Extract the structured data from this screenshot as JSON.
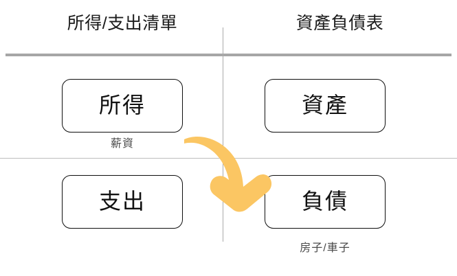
{
  "diagram": {
    "title_left": "所得/支出清單",
    "title_right": "資產負債表",
    "accent_color": "#FBC663",
    "rule_color_thick": "#A6A6A6",
    "rule_color_thin": "#BDBDBD",
    "box_border_color": "#0D0D0D",
    "background_color": "#FFFFFF",
    "boxes": [
      {
        "id": "income",
        "label": "所得",
        "caption": "薪資",
        "column": "left",
        "row": "top"
      },
      {
        "id": "expense",
        "label": "支出",
        "caption": "",
        "column": "left",
        "row": "bottom"
      },
      {
        "id": "asset",
        "label": "資產",
        "caption": "",
        "column": "right",
        "row": "top"
      },
      {
        "id": "liability",
        "label": "負債",
        "caption": "房子/車子",
        "column": "right",
        "row": "bottom"
      }
    ],
    "arrow": {
      "name": "income-to-liability-arrow",
      "from": "所得",
      "to": "負債",
      "color": "#FBC663"
    }
  }
}
